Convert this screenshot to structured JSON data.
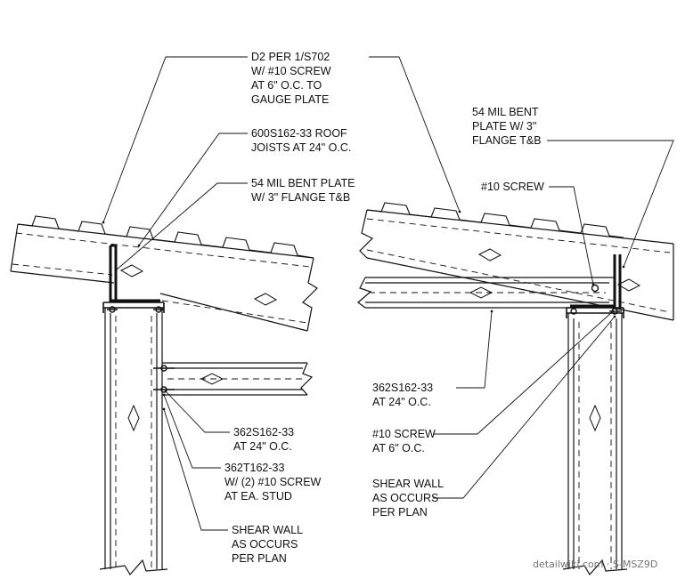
{
  "left_detail": {
    "notes": {
      "d2_screw": [
        "D2 PER 1/S702",
        "W/ #10 SCREW",
        "AT 6\" O.C. TO",
        "GAUGE PLATE"
      ],
      "roof_joists": [
        "600S162-33 ROOF",
        "JOISTS AT 24\" O.C."
      ],
      "bent_plate": [
        "54 MIL BENT PLATE",
        "W/ 3\" FLANGE T&B"
      ],
      "ceiling_joist": [
        "362S162-33",
        "AT 24\" O.C."
      ],
      "track": [
        "362T162-33",
        "W/ (2) #10 SCREW",
        "AT EA. STUD"
      ],
      "shear_wall": [
        "SHEAR WALL",
        "AS OCCURS",
        "PER PLAN"
      ]
    }
  },
  "right_detail": {
    "notes": {
      "bent_plate": [
        "54 MIL BENT",
        "PLATE W/ 3\"",
        "FLANGE T&B"
      ],
      "screw": [
        "#10 SCREW"
      ],
      "ceiling_joist": [
        "362S162-33",
        "AT 24\" O.C."
      ],
      "screw_oc": [
        "#10 SCREW",
        "AT 6\" O.C."
      ],
      "shear_wall": [
        "SHEAR WALL",
        "AS OCCURS",
        "PER PLAN"
      ]
    }
  },
  "footer": {
    "credit": "detailwiki.com · S-MSZ9D"
  }
}
